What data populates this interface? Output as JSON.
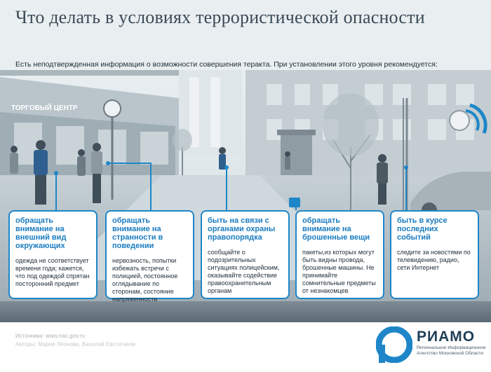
{
  "header": {
    "title": "Что делать в условиях террористической опасности",
    "subtitle": "Есть неподтвержденная информация о возможности совершения теракта. При установлении этого уровня рекомендуется:"
  },
  "scene": {
    "store_sign": "ТОРГОВЫЙ ЦЕНТР"
  },
  "cards": [
    {
      "heading": "обращать внимание на внешний вид окружающих",
      "body": "одежда не соответствует времени года; кажется, что под одеждой спрятан посторонний предмет"
    },
    {
      "heading": "обращать внимание на странности в поведении",
      "body": "нервозность, попытки избежать встречи с полицией, постоянное оглядывание по сторонам, состояние напряженности"
    },
    {
      "heading": "быть на связи с органами охраны правопорядка",
      "body": "сообщайте о подозрительных ситуациях полицейским, оказывайте содействие правоохранительным органам"
    },
    {
      "heading": "обращать внимание на брошенные вещи",
      "body": "пакеты,из которых могут быть видны провода, брошенные машины. Не принимайте сомнительные предметы от незнакомцев"
    },
    {
      "heading": "быть в курсе последних событий",
      "body": "следите за новостями по телевидению, радио, сети Интернет"
    }
  ],
  "footer": {
    "source": "Источники: www.nac.gov.ru",
    "authors": "Авторы: Мария Леонова, Василий Евстигнеев",
    "logo_name": "РИАМО",
    "logo_subtitle": "Региональное Информационное Агентство Московской Области"
  },
  "colors": {
    "accent": "#1e86c8",
    "title": "#3a4a57"
  }
}
